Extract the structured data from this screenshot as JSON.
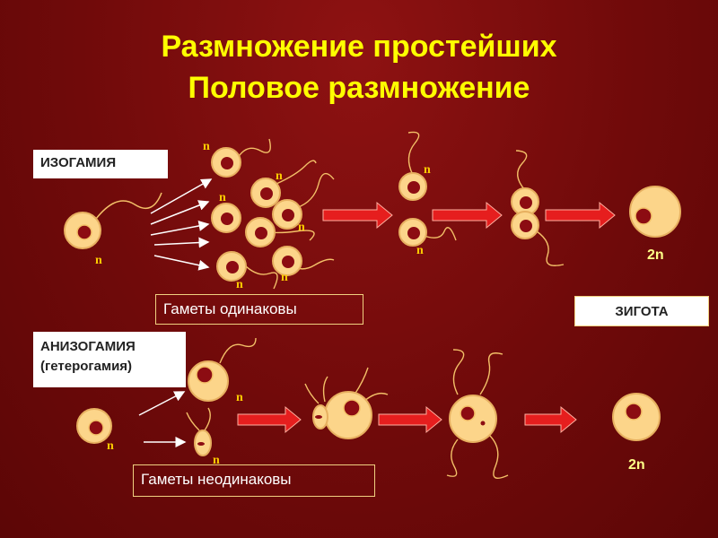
{
  "title": {
    "line1": "Размножение простейших",
    "line2": "Половое размножение"
  },
  "isogamy": {
    "label": "ИЗОГАМИЯ",
    "caption": "Гаметы одинаковы",
    "zygote_label": "ЗИГОТА",
    "ploidy_haploid": "n",
    "ploidy_diploid": "2n"
  },
  "anisogamy": {
    "label_line1": "АНИЗОГАМИЯ",
    "label_line2": "(гетерогамия)",
    "caption": "Гаметы неодинаковы",
    "ploidy_haploid": "n",
    "ploidy_diploid": "2n"
  },
  "colors": {
    "title": "#ffff00",
    "cell_fill": "#fcd58a",
    "nucleus": "#8c0c12",
    "arrow": "#e61e1e",
    "ploidy_text": "#ffcc00"
  }
}
